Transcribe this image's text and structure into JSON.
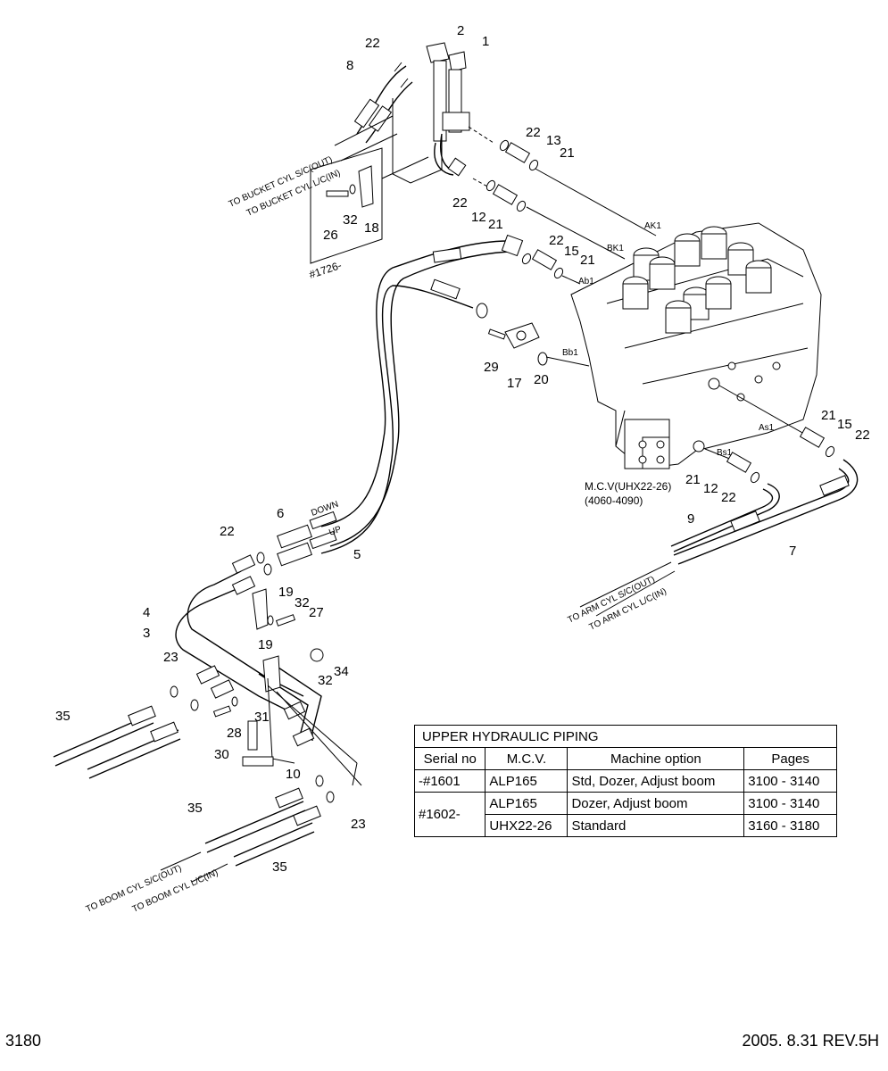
{
  "callouts": {
    "c1": "1",
    "c2": "2",
    "c22a": "22",
    "c8": "8",
    "c22b": "22",
    "c13": "13",
    "c21a": "21",
    "c22c": "22",
    "c12a": "12",
    "c21b": "21",
    "c22d": "22",
    "c15a": "15",
    "c21c": "21",
    "c26": "26",
    "c32a": "32",
    "c18": "18",
    "c29": "29",
    "c17": "17",
    "c20": "20",
    "c21d": "21",
    "c15b": "15",
    "c22e": "22",
    "c21e": "21",
    "c12b": "12",
    "c22f": "22",
    "c9": "9",
    "c7": "7",
    "c6": "6",
    "c5": "5",
    "c22g": "22",
    "c19a": "19",
    "c32b": "32",
    "c27": "27",
    "c4": "4",
    "c3": "3",
    "c19b": "19",
    "c34": "34",
    "c32c": "32",
    "c23a": "23",
    "c35a": "35",
    "c31": "31",
    "c28": "28",
    "c30": "30",
    "c10": "10",
    "c35b": "35",
    "c23b": "23",
    "c35c": "35"
  },
  "port_labels": {
    "ak1": "AK1",
    "bk1": "BK1",
    "ab1": "Ab1",
    "bb1": "Bb1",
    "as1": "As1",
    "bs1": "Bs1"
  },
  "hose_labels": {
    "down": "DOWN",
    "up": "UP"
  },
  "serial_note": "#1726-",
  "mcv_label": "M.C.V(UHX22-26)",
  "mcv_range": "(4060-4090)",
  "destinations": {
    "bucket_out": "TO BUCKET CYL S/C(OUT)",
    "bucket_in": "TO BUCKET CYL L/C(IN)",
    "arm_out": "TO ARM CYL S/C(OUT)",
    "arm_in": "TO ARM CYL L/C(IN)",
    "boom_out": "TO BOOM CYL S/C(OUT)",
    "boom_in": "TO BOOM CYL L/C(IN)"
  },
  "table": {
    "title": "UPPER HYDRAULIC PIPING",
    "headers": [
      "Serial no",
      "M.C.V.",
      "Machine option",
      "Pages"
    ],
    "row1": {
      "serial": "-#1601",
      "mcv": "ALP165",
      "option": "Std, Dozer, Adjust boom",
      "pages": "3100 - 3140"
    },
    "row2": {
      "serial": "#1602-",
      "mcv": "ALP165",
      "option": "Dozer, Adjust boom",
      "pages": "3100 - 3140"
    },
    "row3": {
      "mcv": "UHX22-26",
      "option": "Standard",
      "pages": "3160 - 3180"
    }
  },
  "footer": {
    "page": "3180",
    "date": "2005. 8.31  REV.5H"
  }
}
